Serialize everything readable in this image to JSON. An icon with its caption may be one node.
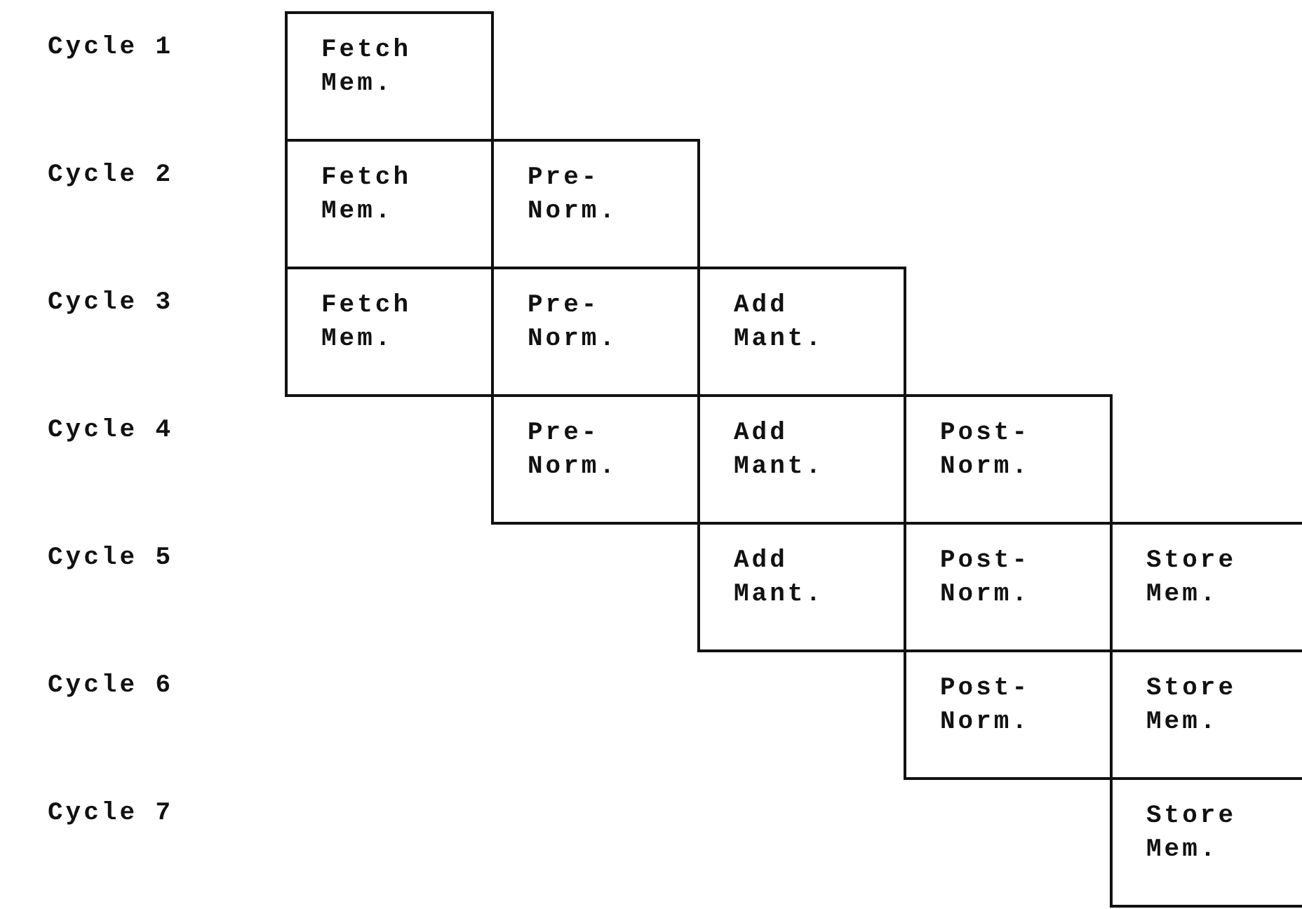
{
  "diagram": {
    "nodes": [
      {
        "text": [
          "Fetch Mem."
        ]
      },
      {
        "text": [
          "Fetch Mem."
        ]
      },
      {
        "text": [
          "Pre-Norm."
        ]
      },
      {
        "text": [
          "Fetch Mem."
        ]
      },
      {
        "text": [
          "Pre-Norm."
        ]
      },
      {
        "text": [
          "Add Mant."
        ]
      },
      {
        "text": [
          "Pre-Norm."
        ]
      },
      {
        "text": [
          "Add Mant."
        ]
      },
      {
        "text": [
          "Post-Norm."
        ]
      },
      {
        "text": [
          "Add Mant."
        ]
      },
      {
        "text": [
          "Post-Norm."
        ]
      },
      {
        "text": [
          "Store Mem."
        ]
      },
      {
        "text": [
          "Post-Norm."
        ]
      },
      {
        "text": [
          "Store Mem."
        ]
      },
      {
        "text": [
          "Store Mem."
        ]
      }
    ],
    "labels": [
      "Cycle 1",
      "Cycle 2",
      "Cycle 3",
      "Cycle 4",
      "Cycle 5",
      "Cycle 6",
      "Cycle 7"
    ]
  }
}
